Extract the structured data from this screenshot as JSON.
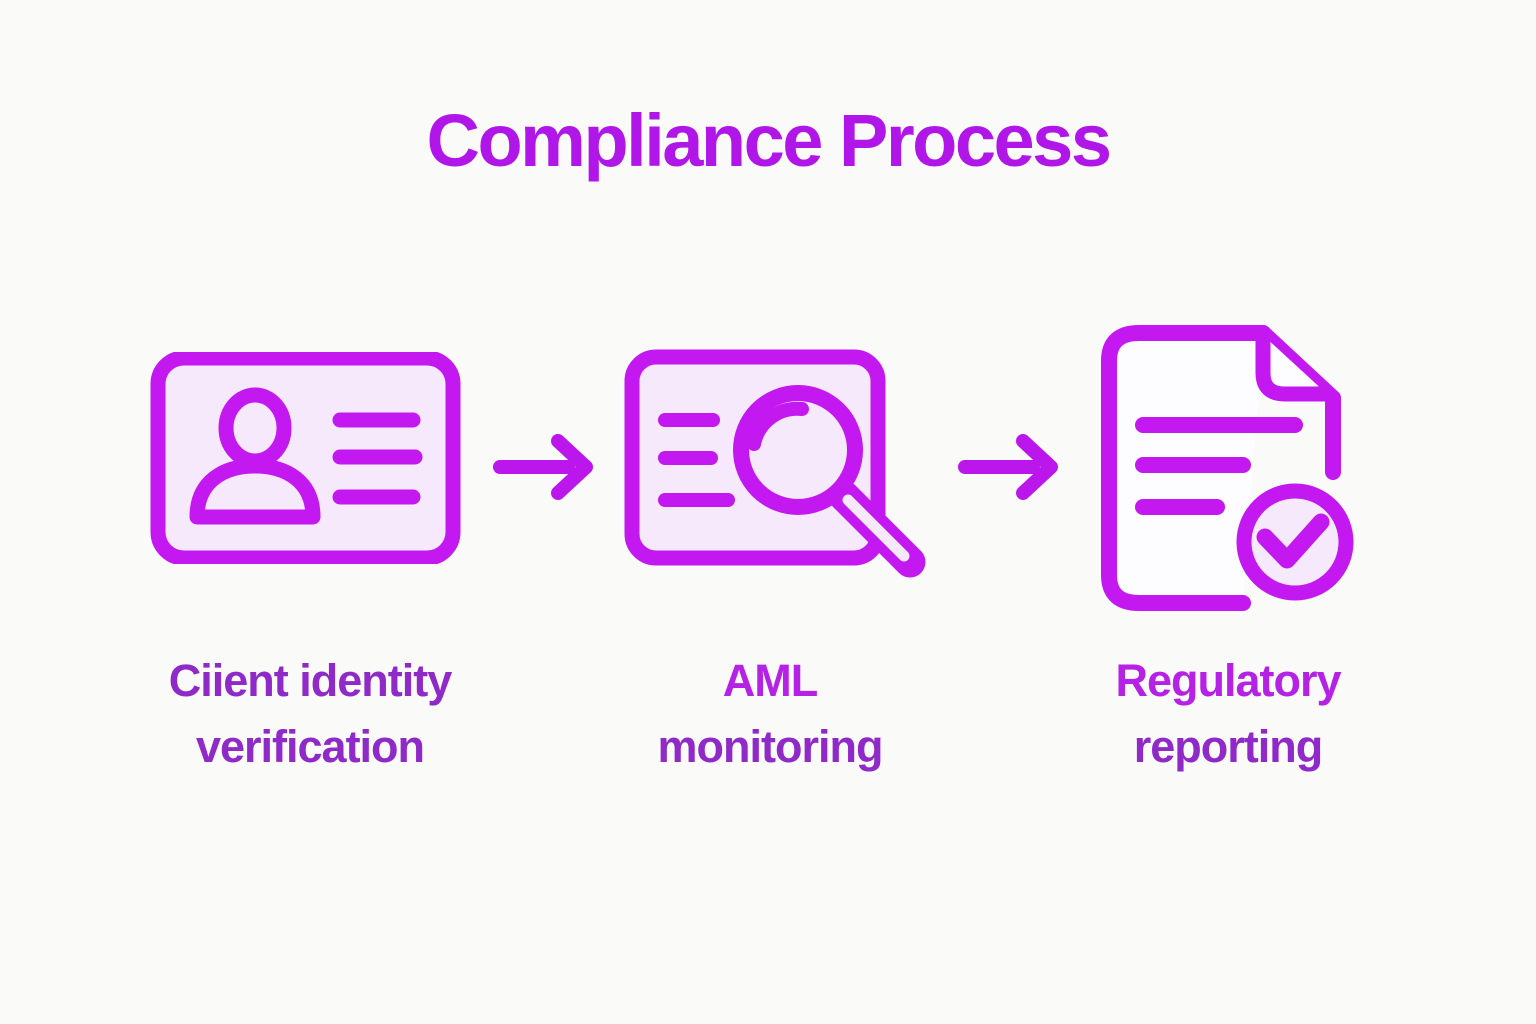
{
  "title": "Compliance Process",
  "colors": {
    "background": "#fafaf9",
    "title_text": "#b016e8",
    "icon_stroke": "#c319f0",
    "icon_fill": "#f7e9fc",
    "document_fill": "#fdfcfe",
    "arrow": "#bb16ec",
    "label_text": "#8f29c7",
    "label_text_bright": "#b522e5"
  },
  "steps": [
    {
      "icon": "id-card-icon",
      "label_line1": "Ciient identity",
      "label_line2": "verification"
    },
    {
      "icon": "document-magnifier-icon",
      "label_line1": "AML",
      "label_line2": "monitoring"
    },
    {
      "icon": "document-check-icon",
      "label_line1": "Regulatory",
      "label_line2": "reporting"
    }
  ],
  "connectors": {
    "type": "right-arrow",
    "count": 2
  }
}
